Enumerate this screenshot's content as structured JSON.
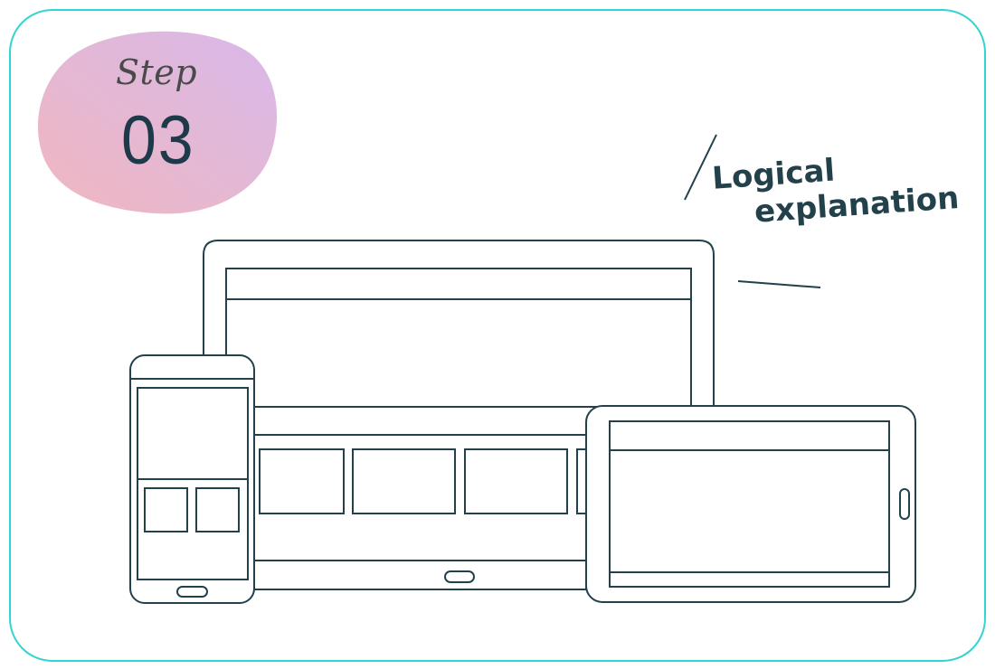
{
  "step": {
    "word": "Step",
    "number": "03"
  },
  "tagline": {
    "line1": "Logical",
    "line2": "explanation"
  },
  "colors": {
    "frame": "#33d4d1",
    "stroke": "#22414b",
    "blob_start": "#f0b7bf",
    "blob_end": "#d8b8ea"
  }
}
